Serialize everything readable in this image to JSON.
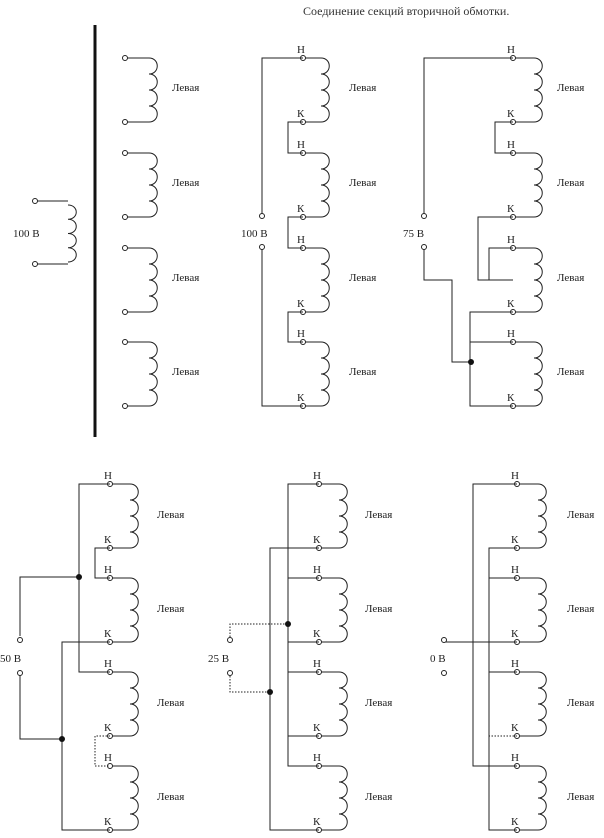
{
  "title": "Соединение секций вторичной обмотки.",
  "coil_label": "Левая",
  "start_mark": "Н",
  "end_mark": "К",
  "panels": [
    {
      "voltage": "100 В"
    },
    {
      "voltage": "100 В"
    },
    {
      "voltage": "75 В"
    },
    {
      "voltage": "50 В"
    },
    {
      "voltage": "25 В"
    },
    {
      "voltage": "0 В"
    }
  ],
  "primary": {
    "voltage": "100 В"
  }
}
